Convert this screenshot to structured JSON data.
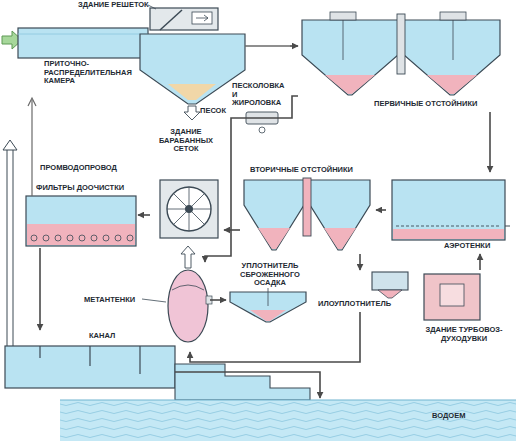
{
  "diagram": {
    "nodes": [
      {
        "text": [
          "ЗДАНИЕ РЕШЕТОК"
        ]
      },
      {
        "text": [
          "ПРИТОЧНО-РАСПРЕДЕЛИТЕЛЬНАЯ КАМЕРА"
        ]
      },
      {
        "text": [
          "ПЕСКОЛОВКА И ЖИРОЛОВКА"
        ]
      },
      {
        "text": [
          "ПЕРВИЧНЫЕ ОТСТОЙНИКИ"
        ]
      },
      {
        "text": [
          "ВТОРИЧНЫЕ ОТСТОЙНИКИ"
        ]
      },
      {
        "text": [
          "АЭРОТЕНКИ"
        ]
      },
      {
        "text": [
          "ЗДАНИЕ БАРАБАННЫХ СЕТОК"
        ]
      },
      {
        "text": [
          "ФИЛЬТРЫ ДООЧИСТКИ"
        ]
      },
      {
        "text": [
          "ИЛОУПЛОТНИТЕЛЬ"
        ]
      },
      {
        "text": [
          "УПЛОТНИТЕЛЬ СБРОЖЕННОГО ОСАДКА"
        ]
      },
      {
        "text": [
          "МЕТАНТЕНКИ"
        ]
      },
      {
        "text": [
          "ЗДАНИЕ ТУРБОВОЗ- ДУХОДУВКИ"
        ]
      },
      {
        "text": [
          "КАНАЛ"
        ]
      },
      {
        "text": [
          "ВОДОЕМ"
        ]
      }
    ],
    "edges": [
      {
        "from": 2,
        "to": 3,
        "arrow": "to"
      },
      {
        "from": 3,
        "to": 5,
        "arrow": "to"
      },
      {
        "from": 5,
        "to": 4,
        "arrow": "to"
      },
      {
        "from": 4,
        "to": 6,
        "arrow": "to"
      },
      {
        "from": 6,
        "to": 7,
        "arrow": "to"
      },
      {
        "from": 7,
        "to": 12,
        "arrow": "to"
      },
      {
        "from": 12,
        "to": 13,
        "arrow": "to"
      },
      {
        "from": 11,
        "to": 5,
        "arrow": "to"
      },
      {
        "from": 4,
        "to": 8,
        "arrow": "to"
      },
      {
        "from": 8,
        "to": 10,
        "arrow": "to"
      },
      {
        "from": 3,
        "to": 10,
        "arrow": "to"
      },
      {
        "from": 10,
        "to": 9,
        "arrow": "to"
      }
    ],
    "labels": [
      "ПЕСОК",
      "ПРОМВОДОПРОВОД"
    ]
  }
}
